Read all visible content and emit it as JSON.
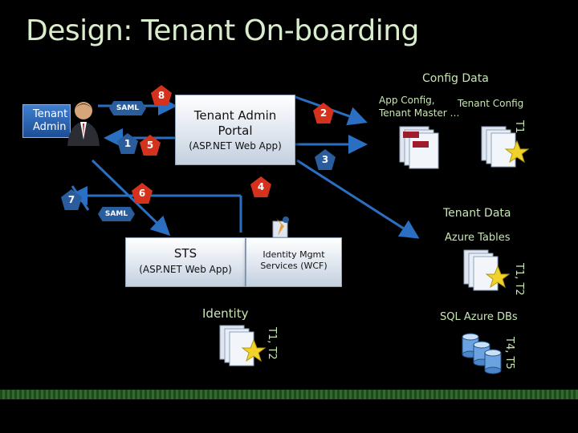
{
  "title": "Design: Tenant On-boarding",
  "tenant_admin": {
    "line1": "Tenant",
    "line2": "Admin"
  },
  "portal": {
    "title": "Tenant Admin Portal",
    "subtitle": "(ASP.NET Web App)"
  },
  "sts": {
    "title": "STS",
    "subtitle": "(ASP.NET Web App)"
  },
  "identity_mgmt": {
    "title": "Identity Mgmt Services (WCF)"
  },
  "config_data": {
    "heading": "Config Data",
    "app_config": "App Config,",
    "tenant_master": "Tenant Master …",
    "tenant_config": "Tenant Config",
    "t1": "T1"
  },
  "tenant_data": {
    "heading": "Tenant Data"
  },
  "azure_tables": {
    "label": "Azure Tables",
    "tenants": "T1, T2"
  },
  "sql_azure": {
    "label": "SQL Azure DBs",
    "tenants": "T4, T5"
  },
  "identity": {
    "label": "Identity",
    "tenants": "T1, T2"
  },
  "markers": {
    "m1": "1",
    "m2": "2",
    "m3": "3",
    "m4": "4",
    "m5": "5",
    "m6": "6",
    "m7": "7",
    "m8": "8"
  },
  "saml_tags": {
    "top": "SAML",
    "bottom": "SAML"
  },
  "colors": {
    "title": "#d9eccc",
    "accent_green": "#c8e6b4",
    "marker_red": "#d4321c",
    "marker_blue": "#2a5d9e",
    "arrow": "#2a6fc2"
  },
  "icons": {
    "person": "person-icon",
    "document": "document-stack-icon",
    "database": "database-icon",
    "star": "star-icon"
  }
}
